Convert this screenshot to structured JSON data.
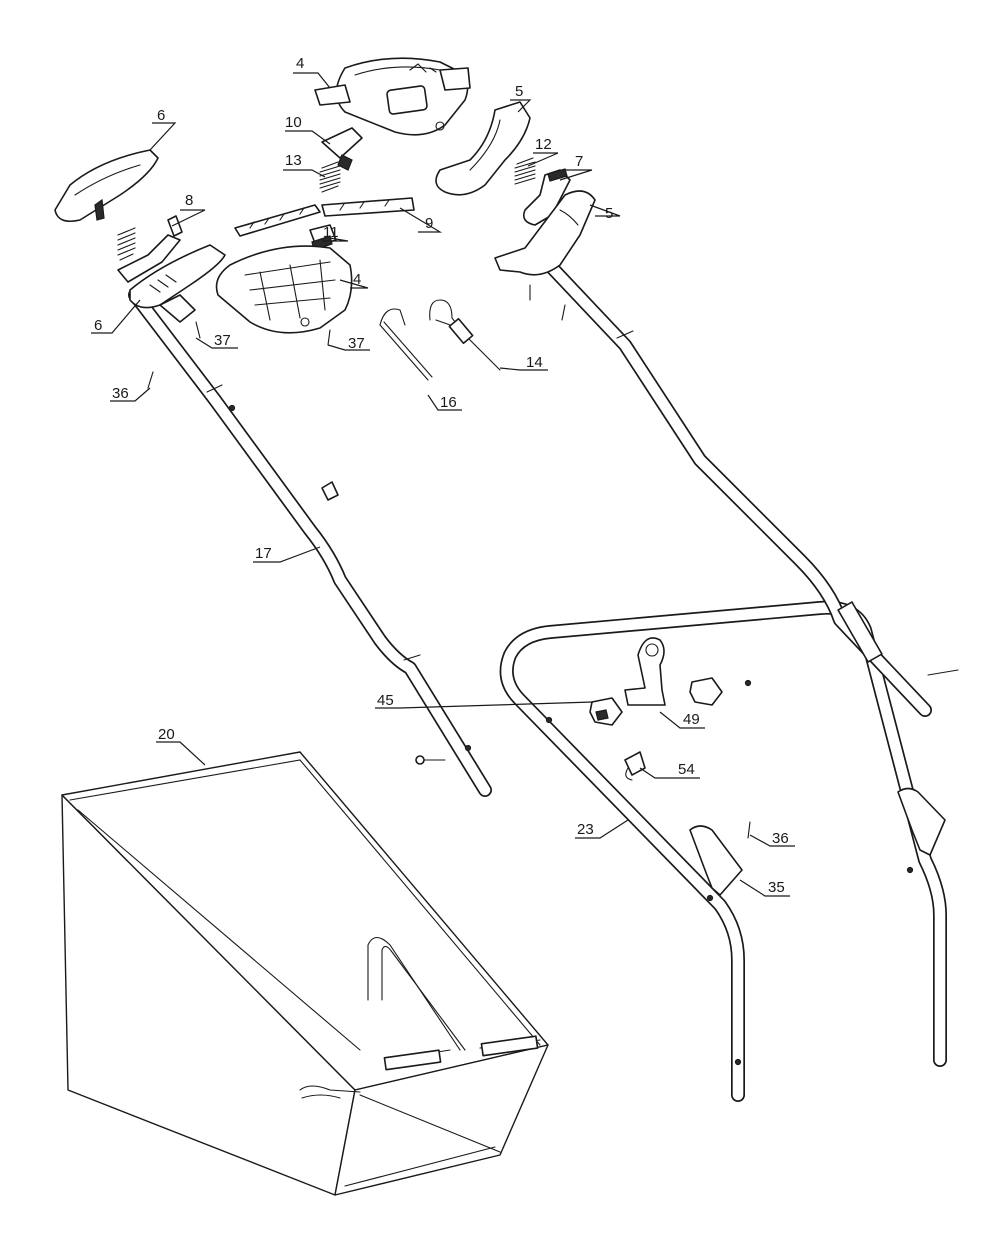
{
  "callouts": {
    "c4_top": "4",
    "c5_top": "5",
    "c6_top": "6",
    "c10": "10",
    "c13": "13",
    "c12": "12",
    "c7": "7",
    "c8": "8",
    "c9": "9",
    "c11": "11",
    "c5_right": "5",
    "c4_mid": "4",
    "c6_left": "6",
    "c37_a": "37",
    "c37_b": "37",
    "c36_left": "36",
    "c14": "14",
    "c16": "16",
    "c17": "17",
    "c45": "45",
    "c49": "49",
    "c20": "20",
    "c54": "54",
    "c23": "23",
    "c36_right": "36",
    "c35": "35"
  }
}
